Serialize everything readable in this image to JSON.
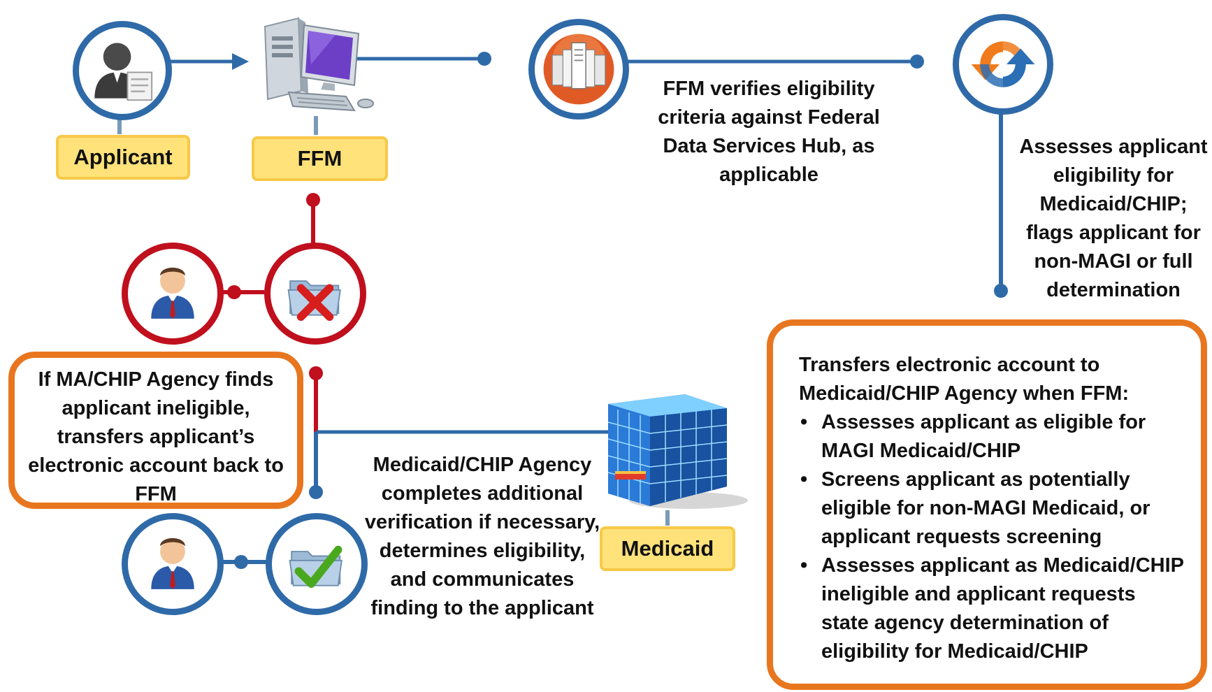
{
  "nodes": {
    "applicant_label": "Applicant",
    "ffm_label": "FFM",
    "medicaid_label": "Medicaid"
  },
  "texts": {
    "ffm_verifies": "FFM verifies eligibility criteria against Federal Data Services Hub, as applicable",
    "assesses": "Assesses applicant eligibility for Medicaid/CHIP; flags applicant for non-MAGI or full determination",
    "ineligible_return": "If MA/CHIP Agency finds applicant ineligible, transfers applicant’s electronic account back to FFM",
    "agency_completes": "Medicaid/CHIP Agency completes additional verification if necessary, determines eligibility, and communicates finding to the applicant"
  },
  "transfer_box": {
    "lead": "Transfers electronic account to Medicaid/CHIP Agency when FFM:",
    "bullets": [
      "Assesses applicant as eligible for MAGI Medicaid/CHIP",
      "Screens applicant as potentially eligible for non-MAGI Medicaid, or applicant requests screening",
      "Assesses applicant as Medicaid/CHIP ineligible and applicant requests state agency determination of eligibility for Medicaid/CHIP"
    ]
  },
  "icons": {
    "applicant": "person-with-document-icon",
    "ffm": "desktop-computer-icon",
    "servers": "server-cluster-icon",
    "refresh": "refresh-arrows-icon",
    "person_red": "person-icon",
    "folder_reject": "folder-x-icon",
    "person_blue": "person-icon",
    "folder_approve": "folder-check-icon",
    "building": "office-building-icon"
  },
  "colors": {
    "blue": "#2f6aa8",
    "red": "#c00f1d",
    "orange": "#e8761f",
    "label_fill": "#ffe27a",
    "label_border": "#f7c948"
  }
}
